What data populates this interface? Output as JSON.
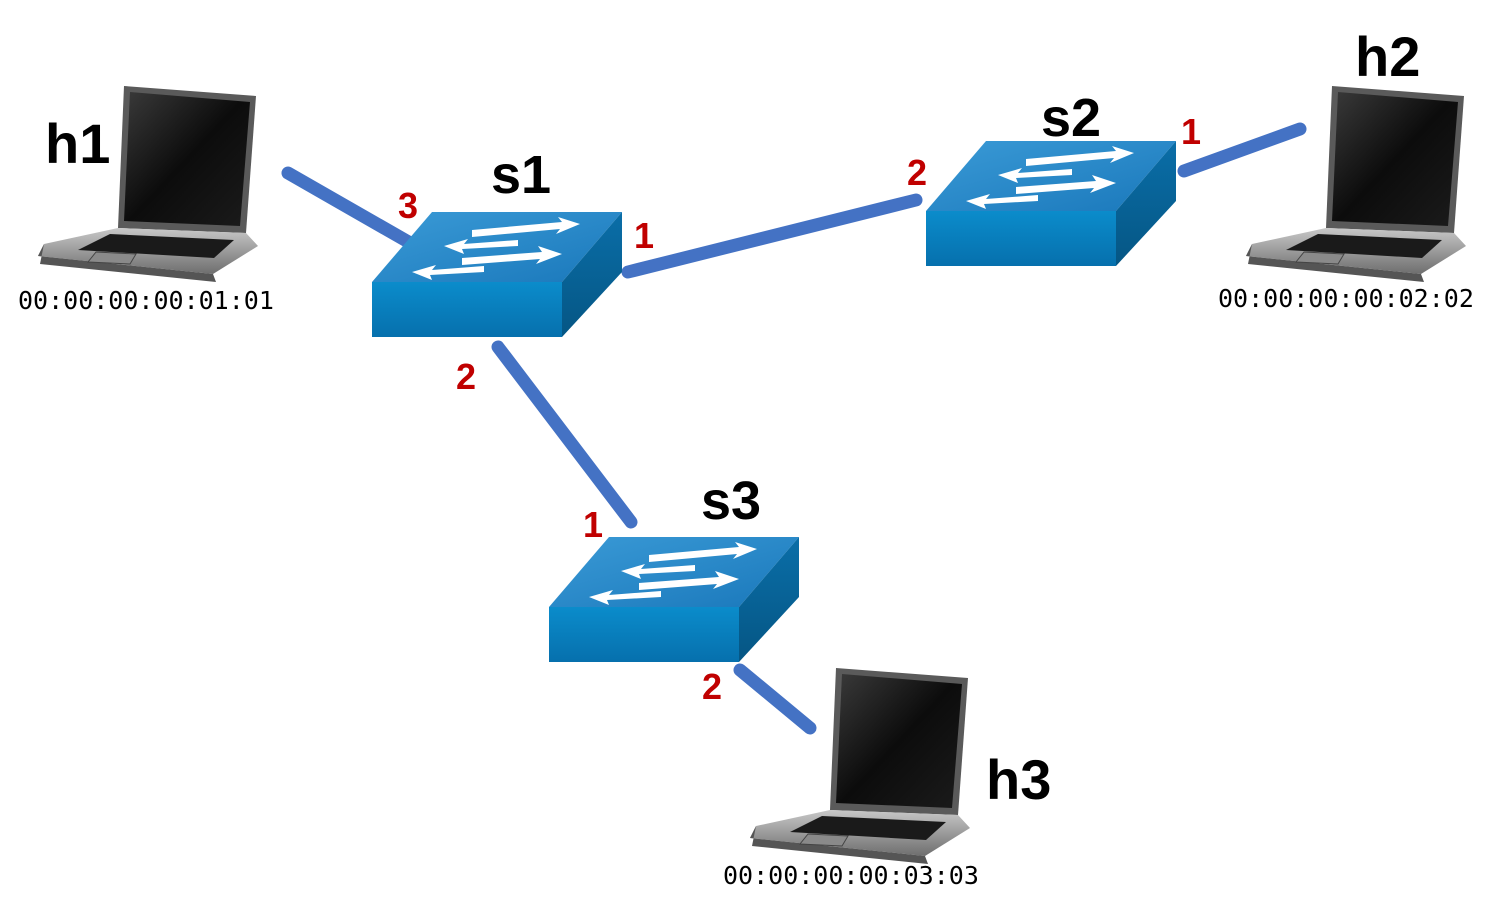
{
  "hosts": {
    "h1": {
      "name": "h1",
      "mac": "00:00:00:00:01:01"
    },
    "h2": {
      "name": "h2",
      "mac": "00:00:00:00:02:02"
    },
    "h3": {
      "name": "h3",
      "mac": "00:00:00:00:03:03"
    }
  },
  "switches": {
    "s1": {
      "name": "s1"
    },
    "s2": {
      "name": "s2"
    },
    "s3": {
      "name": "s3"
    }
  },
  "ports": {
    "s1_h1": "3",
    "s1_s2": "1",
    "s1_s3": "2",
    "s2_s1": "2",
    "s2_h2": "1",
    "s3_s1": "1",
    "s3_h3": "2"
  },
  "colors": {
    "link": "#4472c4",
    "port_label": "#c00000",
    "switch_front": "#0a82c0",
    "switch_top": "#2b90cf"
  }
}
